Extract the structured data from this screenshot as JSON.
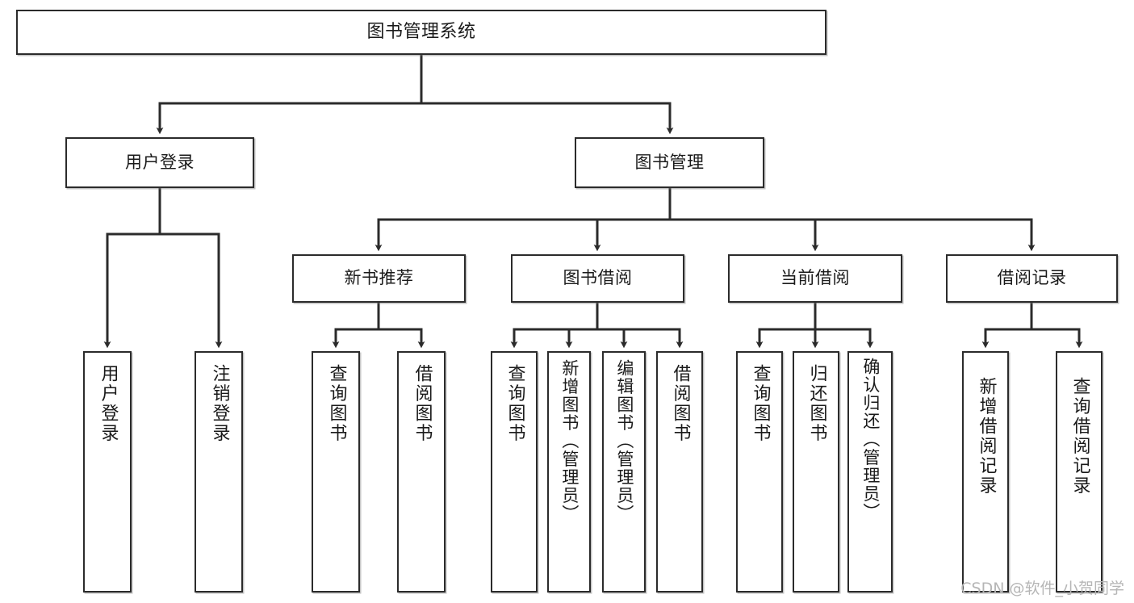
{
  "diagram": {
    "title": "图书管理系统",
    "type": "tree-hierarchy-diagram",
    "colors": {
      "box_border": "#2b2b2b",
      "box_fill": "#ffffff",
      "edge": "#2b2b2b",
      "text": "#1a1a1a",
      "watermark": "#b6b6b6"
    },
    "nodes": {
      "root": {
        "label": "图书管理系统"
      },
      "level2": [
        {
          "id": "user-login",
          "label": "用户登录"
        },
        {
          "id": "book-management",
          "label": "图书管理"
        }
      ],
      "level3": [
        {
          "id": "new-book-recommend",
          "label": "新书推荐"
        },
        {
          "id": "book-borrow",
          "label": "图书借阅"
        },
        {
          "id": "current-borrow",
          "label": "当前借阅"
        },
        {
          "id": "borrow-record",
          "label": "借阅记录"
        }
      ],
      "leaves": {
        "user_login": [
          {
            "id": "leaf-user-login",
            "label": "用户登录"
          },
          {
            "id": "leaf-logout-login",
            "label": "注销登录"
          }
        ],
        "new_book_recommend": [
          {
            "id": "leaf-query-book-1",
            "label": "查询图书"
          },
          {
            "id": "leaf-borrow-book-1",
            "label": "借阅图书"
          }
        ],
        "book_borrow": [
          {
            "id": "leaf-query-book-2",
            "label": "查询图书"
          },
          {
            "id": "leaf-add-book-admin",
            "label": "新增图书（管理员）"
          },
          {
            "id": "leaf-edit-book-admin",
            "label": "编辑图书（管理员）"
          },
          {
            "id": "leaf-borrow-book-2",
            "label": "借阅图书"
          }
        ],
        "current_borrow": [
          {
            "id": "leaf-query-book-3",
            "label": "查询图书"
          },
          {
            "id": "leaf-return-book",
            "label": "归还图书"
          },
          {
            "id": "leaf-confirm-return-admin",
            "label": "确认归还（管理员）"
          }
        ],
        "borrow_record": [
          {
            "id": "leaf-add-borrow-record",
            "label": "新增借阅记录"
          },
          {
            "id": "leaf-query-borrow-record",
            "label": "查询借阅记录"
          }
        ]
      }
    },
    "watermark": "CSDN @软件_小贺同学"
  }
}
